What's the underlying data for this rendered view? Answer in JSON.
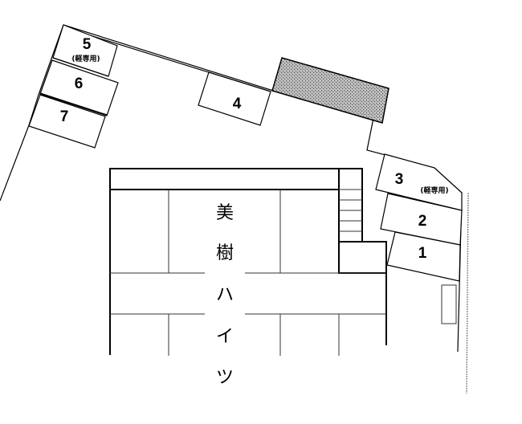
{
  "diagram": {
    "type": "site-parking-layout",
    "building": {
      "name_chars": [
        "美",
        "樹",
        "ハ",
        "イ",
        "ツ"
      ],
      "name": "美樹ハイツ"
    },
    "parking_spaces": [
      {
        "number": "1",
        "note": ""
      },
      {
        "number": "2",
        "note": ""
      },
      {
        "number": "3",
        "note": "(軽専用)"
      },
      {
        "number": "4",
        "note": ""
      },
      {
        "number": "5",
        "note": "(軽専用)"
      },
      {
        "number": "6",
        "note": ""
      },
      {
        "number": "7",
        "note": ""
      }
    ],
    "shaded_area": {
      "label": "",
      "fill": "#9a9a9a"
    },
    "colors": {
      "line": "#000000",
      "background": "#ffffff",
      "shaded": "#9a9a9a"
    }
  }
}
